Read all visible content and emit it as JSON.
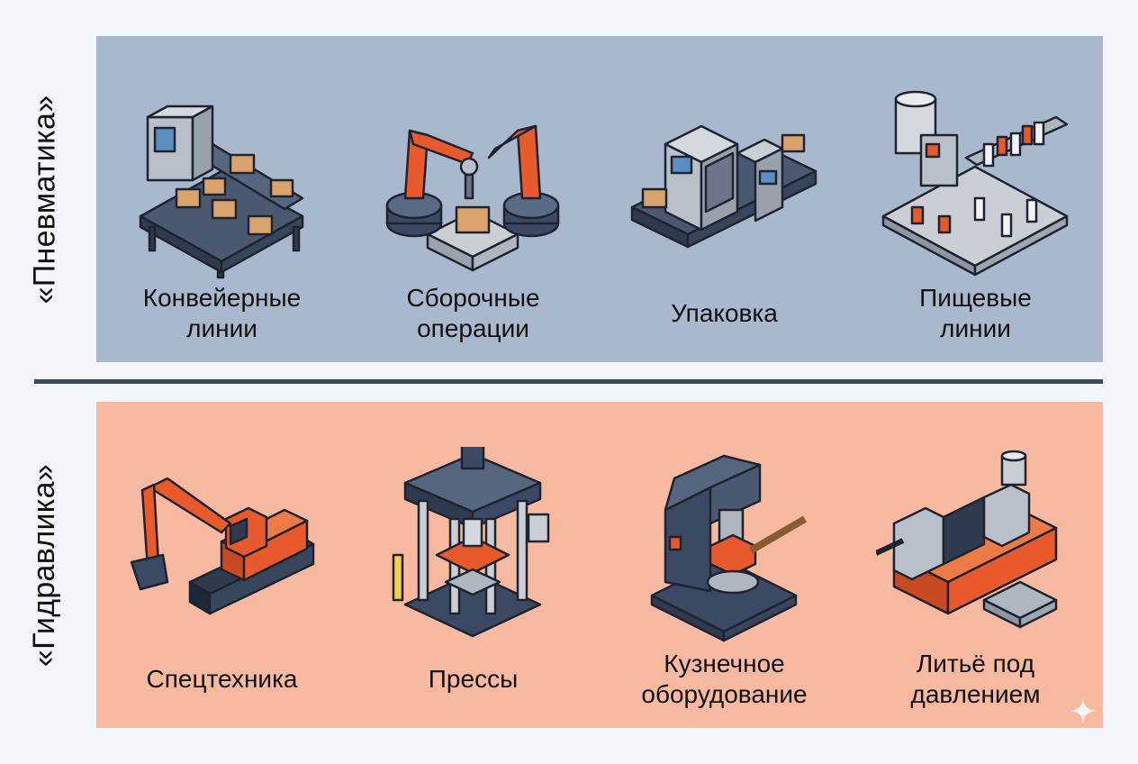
{
  "sections": [
    {
      "title": "«Пневматика»",
      "items": [
        {
          "label": "Конвейерные\nлинии",
          "icon": "conveyor-icon"
        },
        {
          "label": "Сборочные\nоперации",
          "icon": "robot-arms-icon"
        },
        {
          "label": "Упаковка",
          "icon": "packaging-machine-icon"
        },
        {
          "label": "Пищевые\nлинии",
          "icon": "bottling-line-icon"
        }
      ]
    },
    {
      "title": "«Гидравлика»",
      "items": [
        {
          "label": "Спецтехника",
          "icon": "excavator-icon"
        },
        {
          "label": "Прессы",
          "icon": "hydraulic-press-icon"
        },
        {
          "label": "Кузнечное\nоборудование",
          "icon": "forging-hammer-icon"
        },
        {
          "label": "Литьё под\nдавлением",
          "icon": "injection-molding-icon"
        }
      ]
    }
  ],
  "colors": {
    "pneumatic_panel": "#a9b8cc",
    "hydraulic_panel": "#f8b9a1",
    "divider": "#3a4a5e",
    "accent_orange": "#e8592b",
    "dark_navy": "#3b4a62",
    "metal_gray": "#b8c0c9",
    "box_tan": "#d9a46b"
  }
}
